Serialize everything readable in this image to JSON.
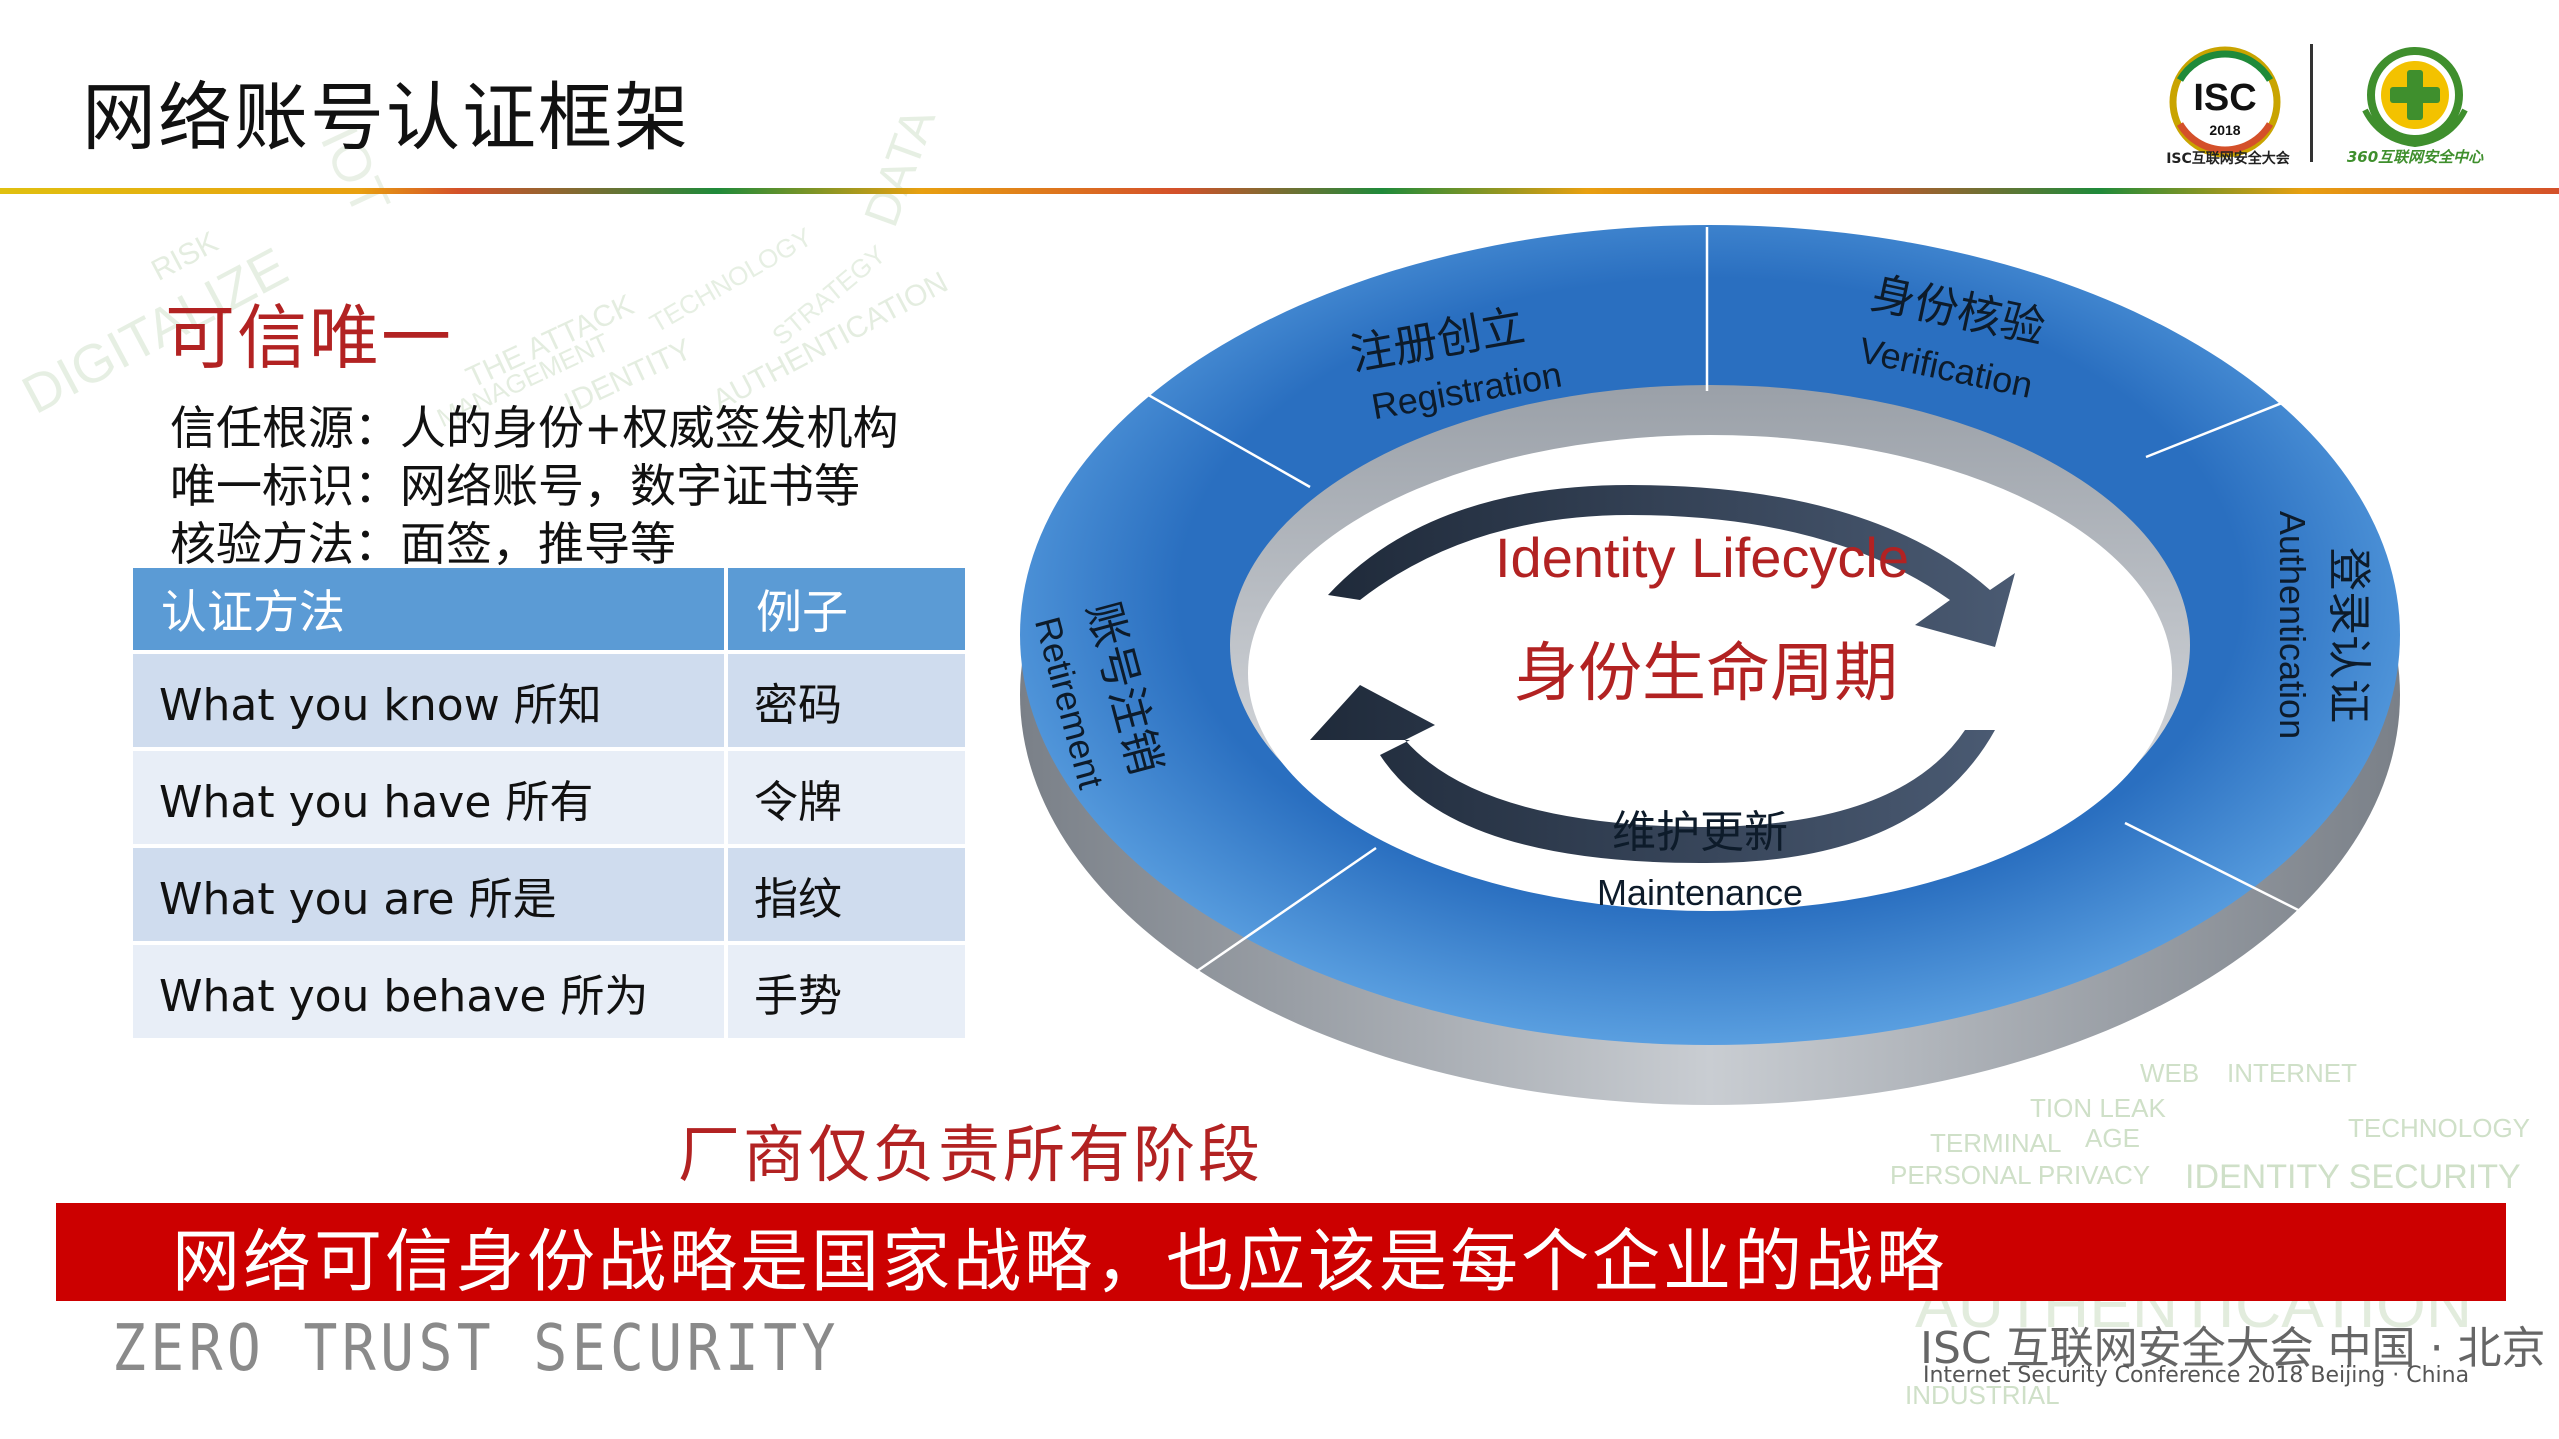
{
  "header": {
    "title": "网络账号认证框架",
    "isc_logo": {
      "badge": "ISC",
      "year": "2018",
      "caption": "ISC互联网安全大会"
    },
    "logo360_caption": "360互联网安全中心"
  },
  "left": {
    "heading": "可信唯一",
    "points": [
      "信任根源：人的身份+权威签发机构",
      "唯一标识：网络账号，数字证书等",
      "核验方法：面签，推导等"
    ]
  },
  "table": {
    "headers": [
      "认证方法",
      "例子"
    ],
    "rows": [
      [
        "What you know 所知",
        "密码"
      ],
      [
        "What you have 所有",
        "令牌"
      ],
      [
        "What you are 所是",
        "指纹"
      ],
      [
        "What you behave 所为",
        "手势"
      ]
    ]
  },
  "diagram": {
    "center_en": "Identity Lifecycle",
    "center_cn": "身份生命周期",
    "stages": [
      {
        "cn": "注册创立",
        "en": "Registration"
      },
      {
        "cn": "身份核验",
        "en": "Verification"
      },
      {
        "cn": "登录认证",
        "en": "Authentication"
      },
      {
        "cn": "维护更新",
        "en": "Maintenance"
      },
      {
        "cn": "账号注销",
        "en": "Retirement"
      }
    ]
  },
  "vendor_note": "厂商仅负责所有阶段",
  "banner": "网络可信身份战略是国家战略，也应该是每个企业的战略",
  "footer": {
    "left": "ZERO TRUST SECURITY",
    "right_cn": "ISC 互联网安全大会 中国 · 北京",
    "right_en": "Internet Security Conference 2018  Beijing · China"
  },
  "watermark_words": [
    "WEB",
    "INTERNET",
    "TION LEAK",
    "TERMINAL",
    "AGE",
    "TECHNOLOGY",
    "PERSONAL PRIVACY",
    "IDENTITY SECURITY",
    "AUTHENTICATION",
    "INDUSTRIAL",
    "DIGITALIZE",
    "RISK",
    "IDENTITY",
    "AUTHENTICATION",
    "THE ATTACK",
    "MANAGEMENT",
    "DATA",
    "IOT",
    "TECHNOLOGY",
    "STRATEGY"
  ],
  "colors": {
    "accent_red": "#b22222",
    "banner_red": "#cc0000",
    "ring_blue": "#2e78c8",
    "table_header": "#5b9bd5"
  }
}
